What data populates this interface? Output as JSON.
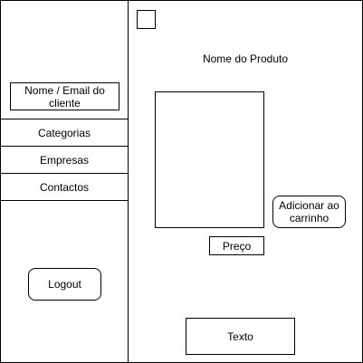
{
  "sidebar": {
    "user_label": "Nome / Email do cliente",
    "nav_items": [
      "Categorias",
      "Empresas",
      "Contactos"
    ],
    "logout_label": "Logout"
  },
  "main": {
    "product_name": "Nome do Produto",
    "add_to_cart_label": "Adicionar ao carrinho",
    "price_label": "Preço",
    "text_label": "Texto"
  }
}
